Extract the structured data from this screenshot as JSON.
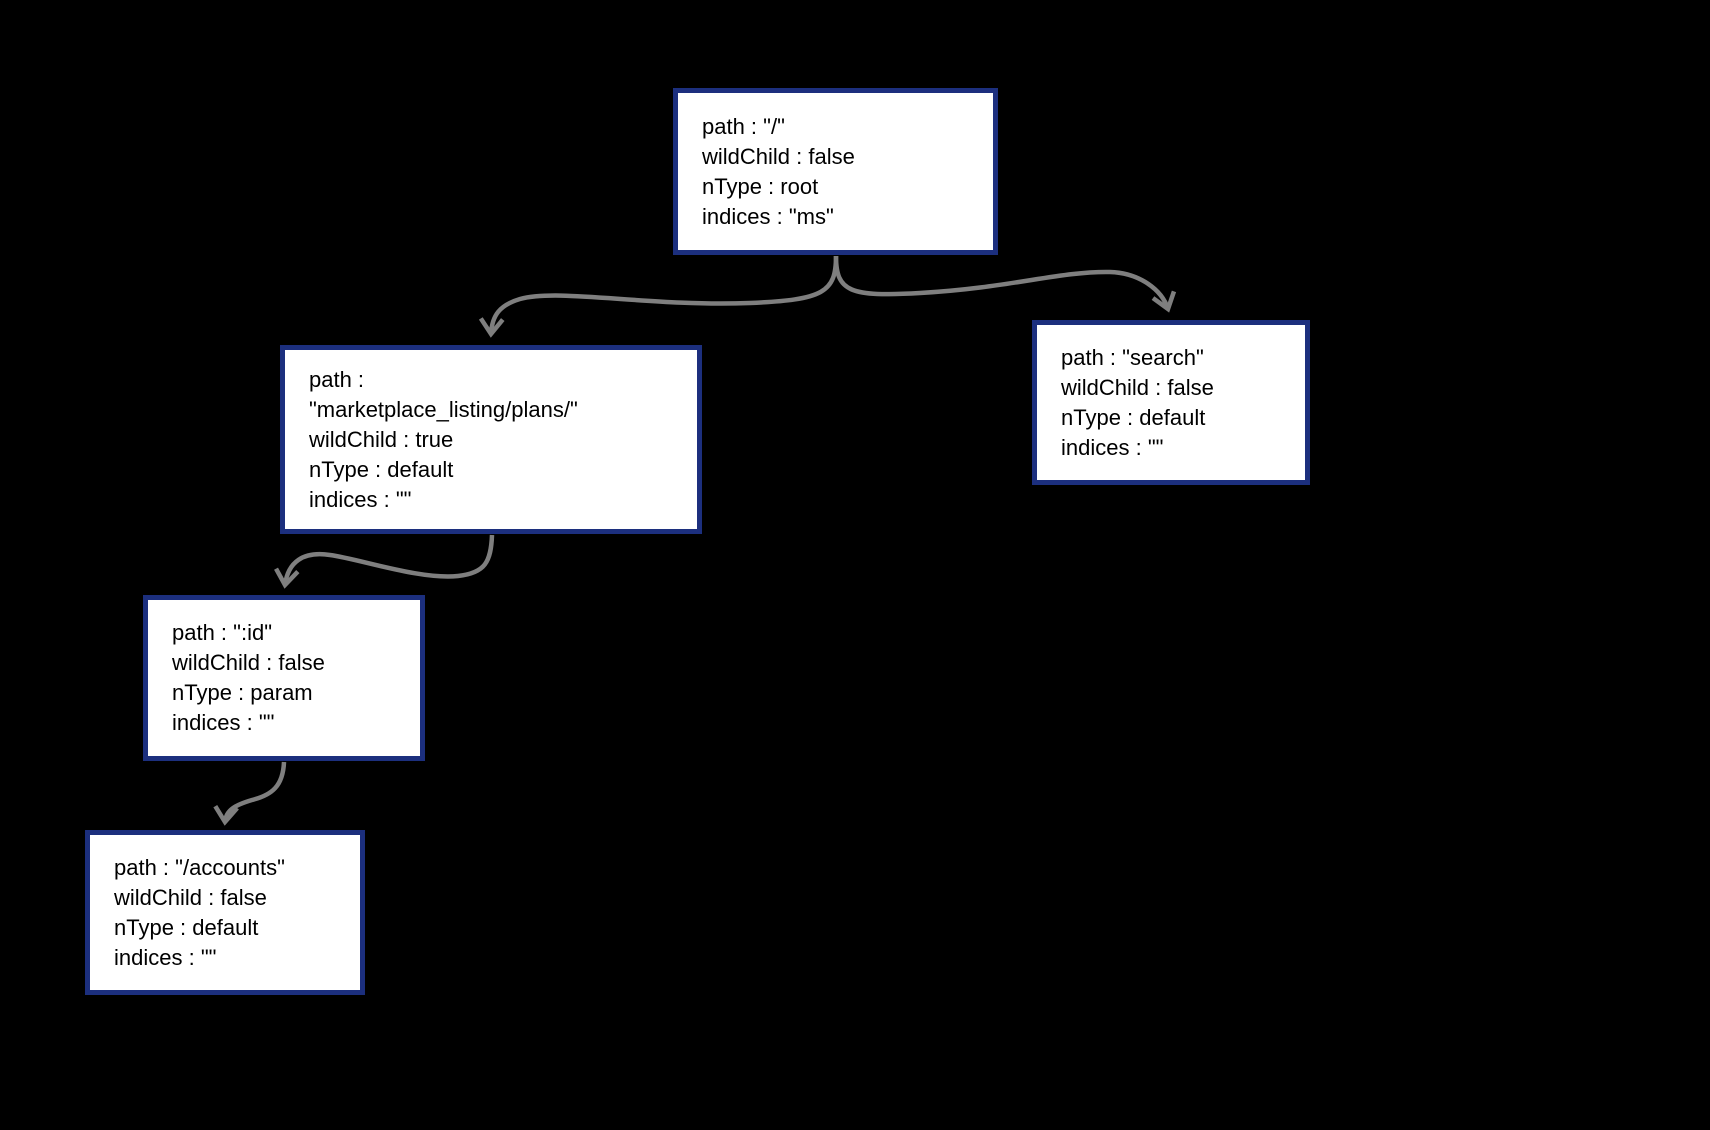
{
  "diagram": {
    "background_color": "#000000",
    "node_fill_color": "#ffffff",
    "node_border_color": "#1c2f7e",
    "arrow_color": "#7f7f7f",
    "nodes": [
      {
        "id": "root",
        "lines": [
          "path : \"/\"",
          "wildChild : false",
          "nType : root",
          "indices : \"ms\""
        ]
      },
      {
        "id": "marketplace-listing-plans",
        "lines": [
          "path :",
          "\"marketplace_listing/plans/\"",
          "wildChild : true",
          "nType : default",
          "indices : \"\""
        ]
      },
      {
        "id": "search",
        "lines": [
          "path : \"search\"",
          "wildChild : false",
          "nType : default",
          "indices : \"\""
        ]
      },
      {
        "id": "id-param",
        "lines": [
          "path : \":id\"",
          "wildChild : false",
          "nType : param",
          "indices : \"\""
        ]
      },
      {
        "id": "accounts",
        "lines": [
          "path : \"/accounts\"",
          "wildChild : false",
          "nType : default",
          "indices : \"\""
        ]
      }
    ],
    "edges": [
      {
        "from": "root",
        "to": "marketplace-listing-plans"
      },
      {
        "from": "root",
        "to": "search"
      },
      {
        "from": "marketplace-listing-plans",
        "to": "id-param"
      },
      {
        "from": "id-param",
        "to": "accounts"
      }
    ]
  }
}
